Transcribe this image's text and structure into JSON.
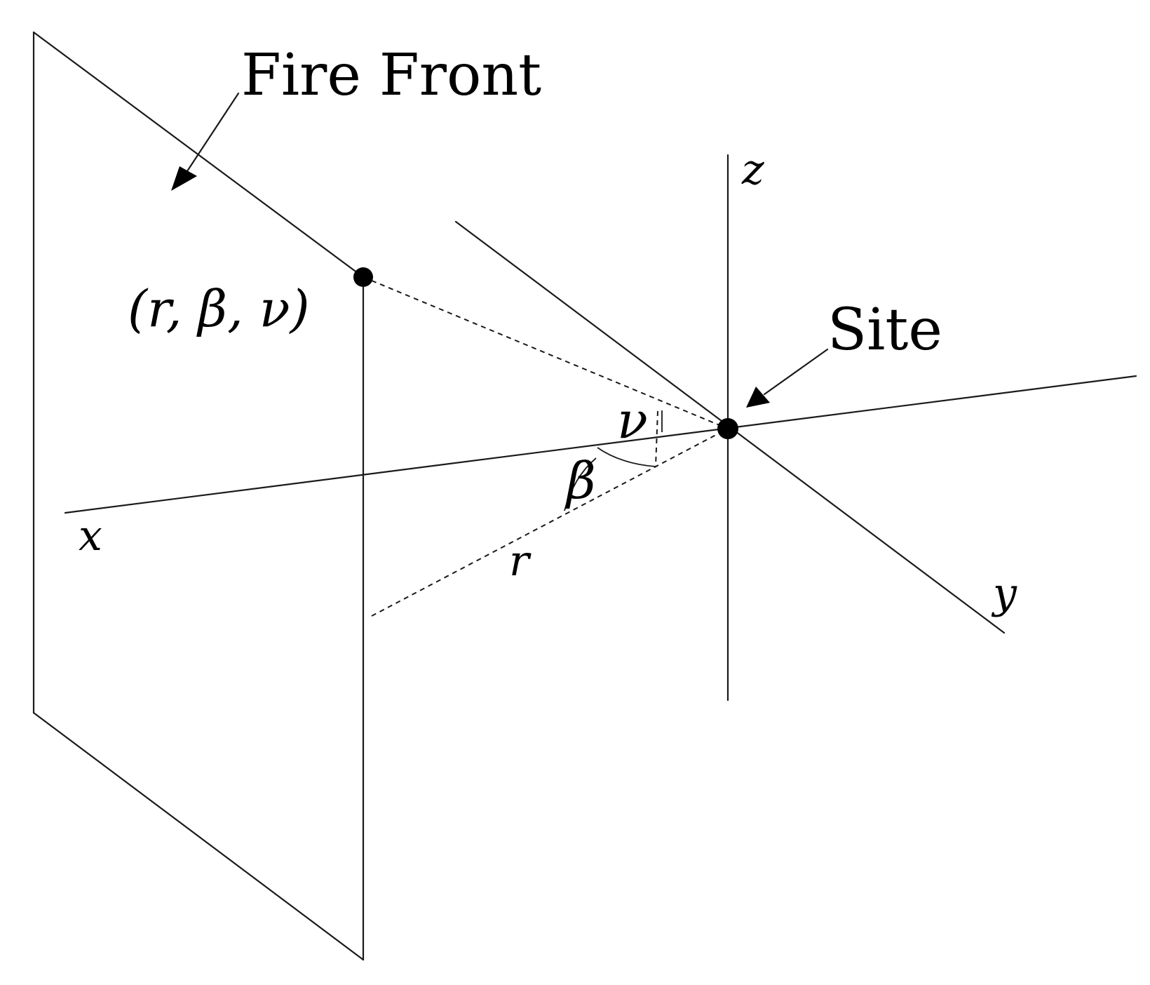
{
  "labels": {
    "fire_front": "Fire Front",
    "site": "Site",
    "point": "(r, β, ν)",
    "axis_x": "x",
    "axis_y": "y",
    "axis_z": "z",
    "radius": "r",
    "angle_beta": "β",
    "angle_nu": "ν"
  },
  "colors": {
    "ink": "#000000",
    "background": "#ffffff"
  }
}
